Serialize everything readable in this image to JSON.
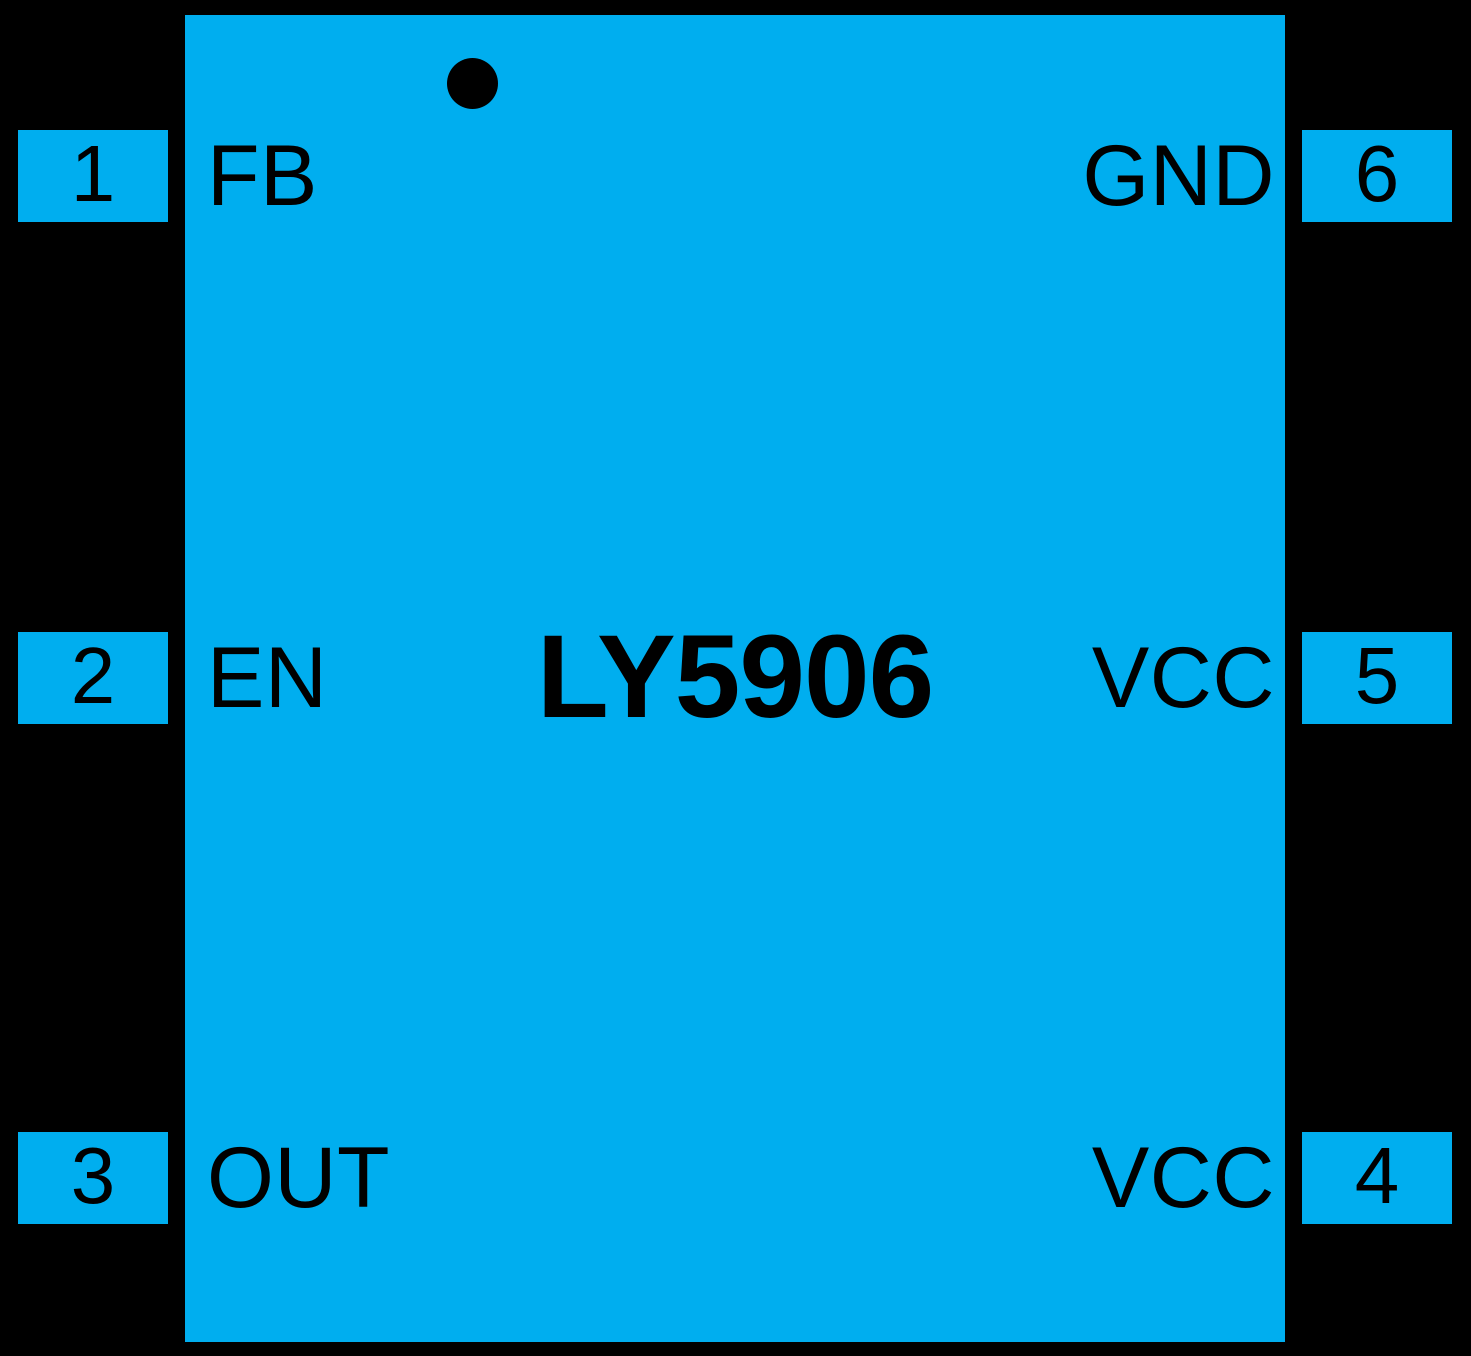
{
  "diagram": {
    "type": "ic-pinout",
    "part_number": "LY5906",
    "package_pin_count": 6,
    "colors": {
      "body": "#00AEEF",
      "background": "#000000",
      "text": "#000000",
      "pin_tab_fill": "#00AEEF",
      "pin_tab_border": "#000000"
    },
    "markers": {
      "pin1_indicator": "pin1-dot"
    },
    "pins": [
      {
        "number": "1",
        "name": "FB",
        "side": "left",
        "row": "top"
      },
      {
        "number": "2",
        "name": "EN",
        "side": "left",
        "row": "middle"
      },
      {
        "number": "3",
        "name": "OUT",
        "side": "left",
        "row": "bottom"
      },
      {
        "number": "4",
        "name": "VCC",
        "side": "right",
        "row": "bottom"
      },
      {
        "number": "5",
        "name": "VCC",
        "side": "right",
        "row": "middle"
      },
      {
        "number": "6",
        "name": "GND",
        "side": "right",
        "row": "top"
      }
    ]
  }
}
